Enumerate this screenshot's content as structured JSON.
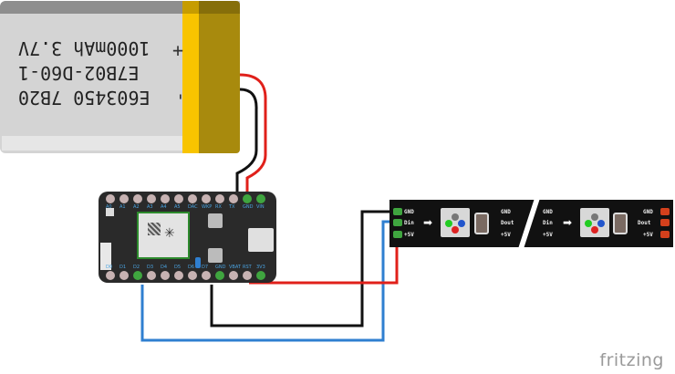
{
  "battery": {
    "lines": [
      "E603450 7B20",
      "E7B02-D60-1",
      "1000mAh 3.7V"
    ],
    "plus": "+",
    "minus": "-"
  },
  "photon": {
    "top_pins": [
      "A0",
      "A1",
      "A2",
      "A3",
      "A4",
      "A5",
      "DAC",
      "WKP",
      "RX",
      "TX",
      "GND",
      "VIN"
    ],
    "bottom_pins": [
      "D0",
      "D1",
      "D2",
      "D3",
      "D4",
      "D5",
      "D6",
      "D7",
      "GND",
      "VBAT",
      "RST",
      "3V3"
    ]
  },
  "strip": {
    "in_labels": [
      "GND",
      "Din",
      "+5V"
    ],
    "out_labels": [
      "GND",
      "Dout",
      "+5V"
    ]
  },
  "wire_colors": {
    "red": "#e0201a",
    "black": "#111111",
    "blue": "#2f7fd0"
  },
  "logo": "fritzing"
}
